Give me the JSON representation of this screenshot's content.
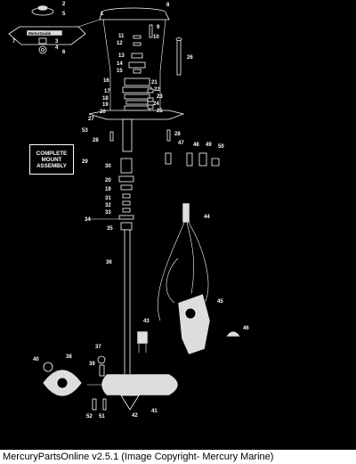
{
  "diagram": {
    "mount_label_lines": [
      "COMPLETE",
      "MOUNT",
      "ASSEMBLY"
    ],
    "logo_text": "MotorGuide",
    "callouts": [
      "1",
      "2",
      "3",
      "4",
      "5",
      "6",
      "7",
      "8",
      "9",
      "10",
      "11",
      "12",
      "13",
      "14",
      "15",
      "16",
      "17",
      "18",
      "19",
      "20",
      "21",
      "22",
      "23",
      "24",
      "25",
      "26",
      "27",
      "28",
      "29",
      "30",
      "31",
      "32",
      "33",
      "34",
      "35",
      "36",
      "37",
      "38",
      "39",
      "40",
      "41",
      "42",
      "43",
      "44",
      "45",
      "46",
      "47",
      "48",
      "49",
      "50",
      "51",
      "52",
      "53"
    ]
  },
  "footer": {
    "text": "MercuryPartsOnline v2.5.1 (Image Copyright- Mercury Marine)"
  }
}
